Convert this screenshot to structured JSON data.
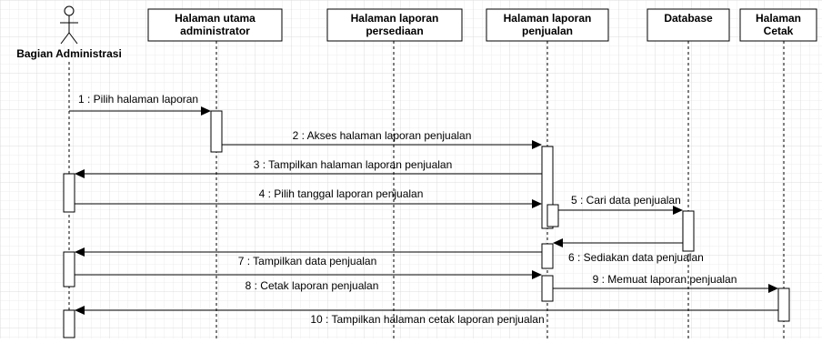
{
  "actor": {
    "name": "Bagian Administrasi"
  },
  "lifelines": [
    {
      "id": "halaman_utama",
      "lines": [
        "Halaman utama",
        "administrator"
      ]
    },
    {
      "id": "laporan_persediaan",
      "lines": [
        "Halaman laporan",
        "persediaan"
      ]
    },
    {
      "id": "laporan_penjualan",
      "lines": [
        "Halaman laporan",
        "penjualan"
      ]
    },
    {
      "id": "database",
      "lines": [
        "Database"
      ]
    },
    {
      "id": "halaman_cetak",
      "lines": [
        "Halaman",
        "Cetak"
      ]
    }
  ],
  "messages": [
    {
      "label": "1 : Pilih halaman laporan"
    },
    {
      "label": "2 : Akses halaman laporan penjualan"
    },
    {
      "label": "3 : Tampilkan halaman laporan penjualan"
    },
    {
      "label": "4 : Pilih tanggal laporan penjualan"
    },
    {
      "label": "5 : Cari data penjualan"
    },
    {
      "label": "6 : Sediakan data penjualan"
    },
    {
      "label": "7 : Tampilkan data penjualan"
    },
    {
      "label": "8 : Cetak laporan penjualan"
    },
    {
      "label": "9 : Memuat laporan penjualan"
    },
    {
      "label": "10 : Tampilkan halaman cetak laporan penjualan"
    }
  ],
  "colors": {
    "line": "#000000",
    "grid": "#e3e3e3",
    "box_fill": "#ffffff"
  }
}
